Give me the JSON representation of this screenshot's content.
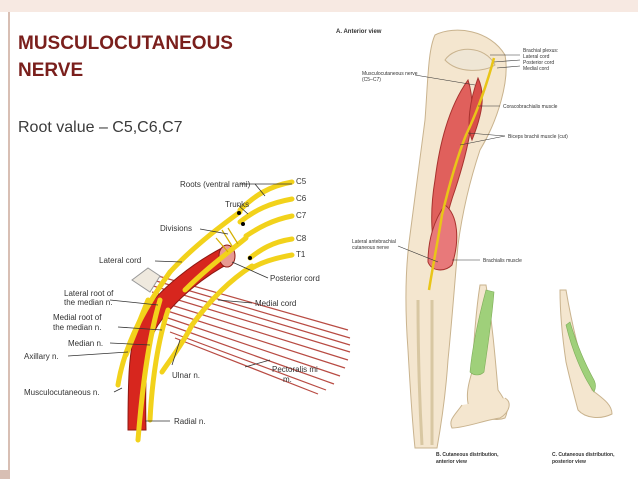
{
  "slide": {
    "title_line1": "MUSCULOCUTANEOUS",
    "title_line2": "NERVE",
    "root_value": "Root value – C5,C6,C7"
  },
  "plexus": {
    "roots_label": "Roots (ventral rami)",
    "trunks_label": "Trunks",
    "divisions_label": "Divisions",
    "c5": "C5",
    "c6": "C6",
    "c7": "C7",
    "c8": "C8",
    "t1": "T1",
    "lateral_cord": "Lateral cord",
    "posterior_cord": "Posterior cord",
    "medial_cord": "Medial cord",
    "lateral_root_l1": "Lateral root of",
    "lateral_root_l2": "the median n.",
    "medial_root_l1": "Medial root of",
    "medial_root_l2": "the median n.",
    "median": "Median n.",
    "axillary": "Axillary n.",
    "musculocutaneous": "Musculocutaneous n.",
    "ulnar": "Ulnar n.",
    "radial": "Radial n.",
    "pectoralis_l1": "Pectoralis mi",
    "pectoralis_l2": "m."
  },
  "arm": {
    "panel_a": "A. Anterior view",
    "brachial_plexus": "Brachial plexus:",
    "lateral_cord": "Lateral cord",
    "posterior_cord": "Posterior cord",
    "medial_cord": "Medial cord",
    "musculocutaneous_l1": "Musculocutaneous nerve",
    "musculocutaneous_l2": "(C5–C7)",
    "coracobrachialis": "Coracobrachialis muscle",
    "biceps": "Biceps brachii muscle (cut)",
    "lat_antebrachial_l1": "Lateral antebrachial",
    "lat_antebrachial_l2": "cutaneous nerve",
    "brachialis": "Brachialis muscle",
    "panel_b_l1": "B. Cutaneous distribution,",
    "panel_b_l2": "anterior view",
    "panel_c_l1": "C. Cutaneous distribution,",
    "panel_c_l2": "posterior view"
  },
  "colors": {
    "title": "#7a1f1c",
    "nerve": "#f2d21b",
    "artery": "#d7261e",
    "muscle": "#e0605c",
    "cutaneous": "#9fd07a"
  }
}
